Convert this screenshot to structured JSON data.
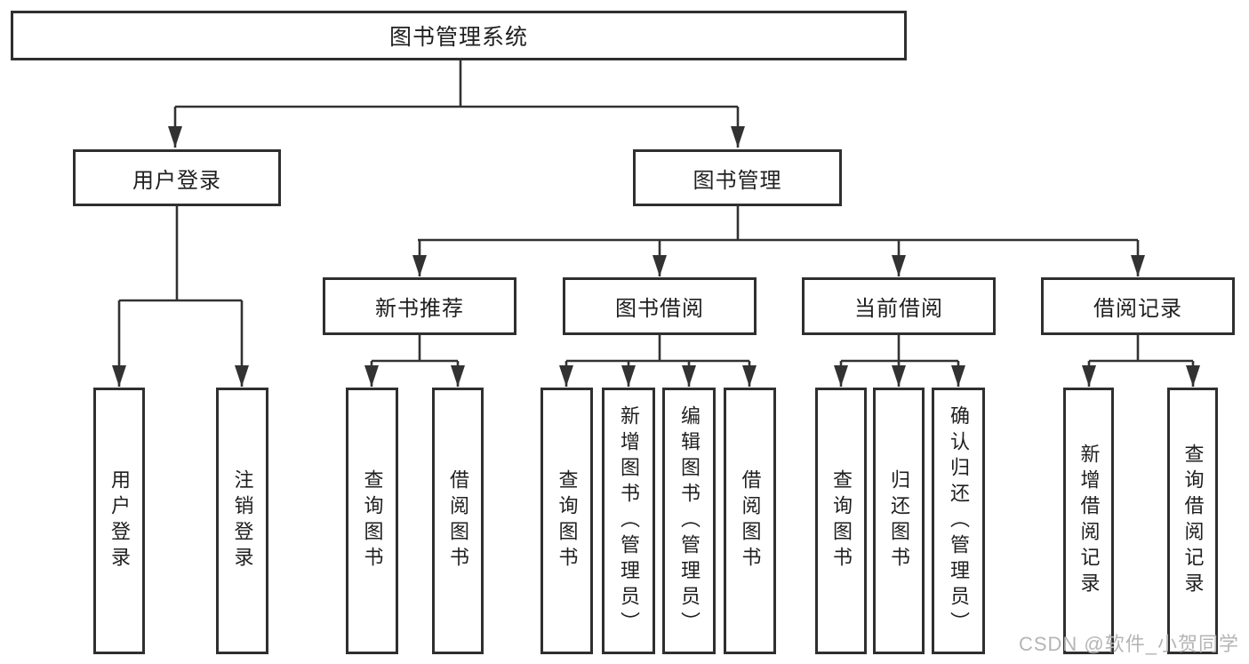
{
  "diagram": {
    "root": {
      "label": "图书管理系统"
    },
    "level2": [
      {
        "label": "用户登录"
      },
      {
        "label": "图书管理"
      }
    ],
    "login_children": [
      {
        "label": "用户登录"
      },
      {
        "label": "注销登录"
      }
    ],
    "level3": [
      {
        "label": "新书推荐"
      },
      {
        "label": "图书借阅"
      },
      {
        "label": "当前借阅"
      },
      {
        "label": "借阅记录"
      }
    ],
    "new_book_children": [
      {
        "label": "查询图书"
      },
      {
        "label": "借阅图书"
      }
    ],
    "borrow_children": [
      {
        "label": "查询图书"
      },
      {
        "label": "新增图书（管理员）"
      },
      {
        "label": "编辑图书（管理员）"
      },
      {
        "label": "借阅图书"
      }
    ],
    "current_children": [
      {
        "label": "查询图书"
      },
      {
        "label": "归还图书"
      },
      {
        "label": "确认归还（管理员）"
      }
    ],
    "record_children": [
      {
        "label": "新增借阅记录"
      },
      {
        "label": "查询借阅记录"
      }
    ]
  },
  "watermark": {
    "text": "CSDN @软件_小贺同学"
  },
  "colors": {
    "line": "#323232",
    "box_border": "#2f2f2f",
    "text": "#1f1f1f",
    "watermark": "#b5b5b5",
    "background": "#ffffff"
  }
}
